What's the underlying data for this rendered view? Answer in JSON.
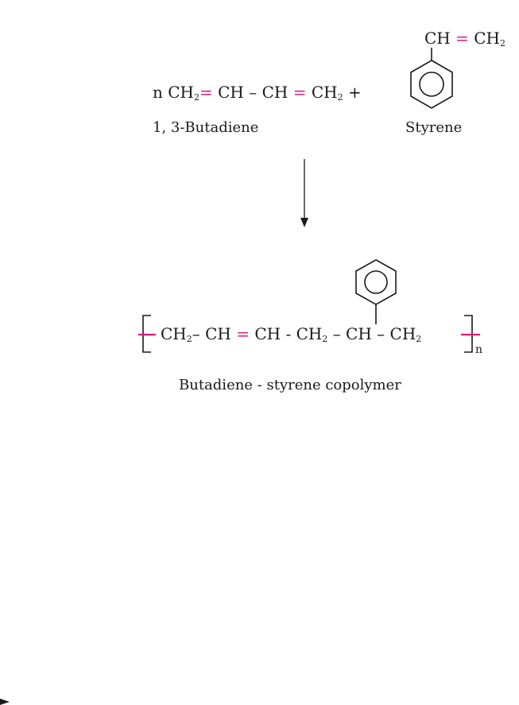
{
  "reactants": {
    "butadiene": {
      "n": "n",
      "ch2_a": "CH",
      "sub2": "2",
      "eq": "=",
      "ch_a": "CH",
      "dash": "–",
      "ch_b": "CH",
      "ch2_b": "CH",
      "label": "1, 3-Butadiene"
    },
    "plus": "+",
    "styrene": {
      "ch": "CH",
      "eq": "=",
      "ch2": "CH",
      "sub2": "2",
      "label": "Styrene"
    }
  },
  "product": {
    "ch2_1": "CH",
    "dash1": "–",
    "ch_1": "CH",
    "eq": "=",
    "ch_2": "CH",
    "hyphen": "-",
    "ch2_2": "CH",
    "dash2": "–",
    "ch_3": "CH",
    "dash3": "–",
    "ch2_3": "CH",
    "sub2": "2",
    "subscript_n": "n",
    "label": "Butadiene - styrene copolymer"
  },
  "colors": {
    "bond_highlight": "#e0177a",
    "ink": "#1a1a1a"
  }
}
